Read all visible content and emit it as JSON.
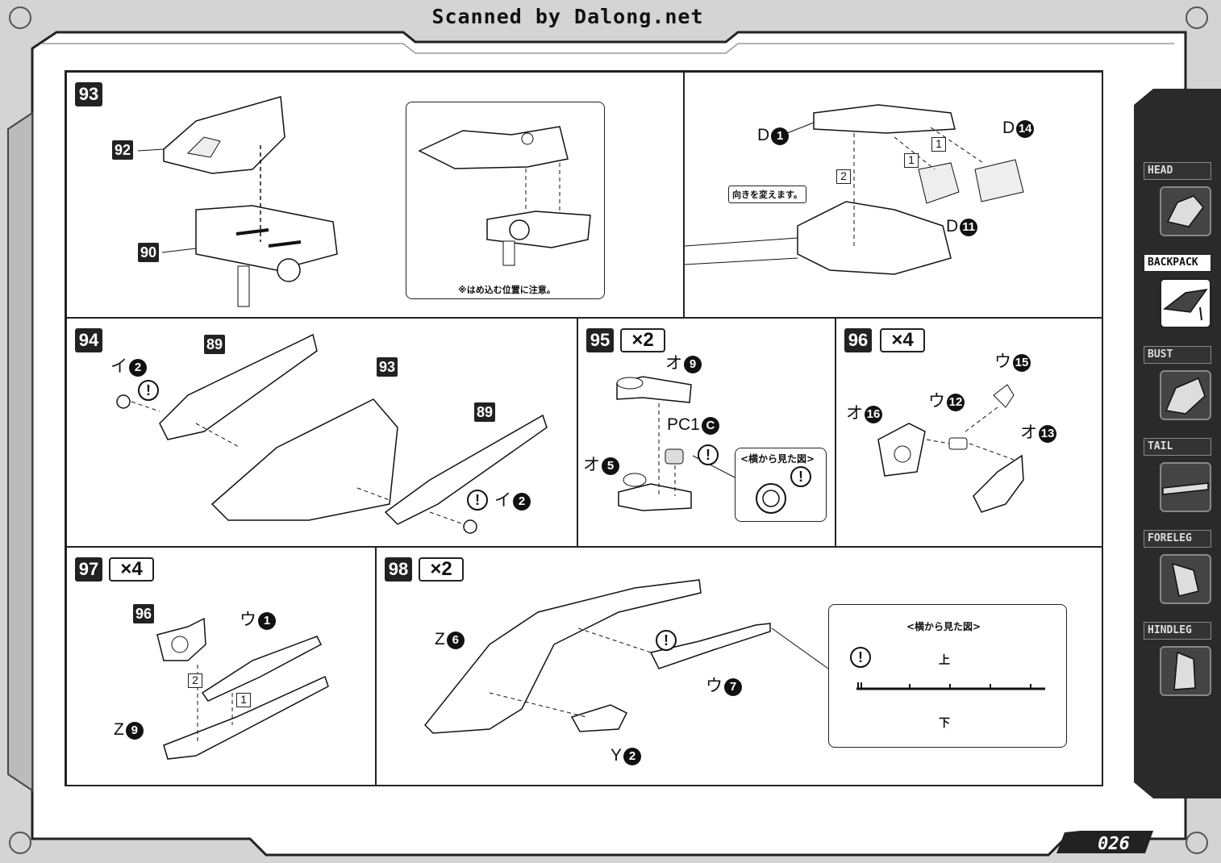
{
  "watermark": "Scanned by Dalong.net",
  "page_number": "026",
  "sidebar": {
    "items": [
      {
        "label": "HEAD",
        "icon": "head-icon",
        "active": false
      },
      {
        "label": "BACKPACK",
        "icon": "backpack-icon",
        "active": true
      },
      {
        "label": "BUST",
        "icon": "bust-icon",
        "active": false
      },
      {
        "label": "TAIL",
        "icon": "tail-icon",
        "active": false
      },
      {
        "label": "FORELEG",
        "icon": "foreleg-icon",
        "active": false
      },
      {
        "label": "HINDLEG",
        "icon": "hindleg-icon",
        "active": false
      }
    ]
  },
  "steps": {
    "s93": {
      "number": "93",
      "parts": [
        "92",
        "90"
      ],
      "inset_caption": "※はめ込む位置に注意。",
      "right_parts": {
        "d1": {
          "letter": "D",
          "num": "1"
        },
        "d14": {
          "letter": "D",
          "num": "14"
        },
        "d11": {
          "letter": "D",
          "num": "11"
        }
      },
      "orders": [
        "1",
        "1",
        "2"
      ],
      "note": "向きを変えます。"
    },
    "s94": {
      "number": "94",
      "parts": [
        "89",
        "93",
        "89"
      ],
      "i2_left": {
        "letter": "イ",
        "num": "2"
      },
      "i2_right": {
        "letter": "イ",
        "num": "2"
      },
      "caution": "!"
    },
    "s95": {
      "number": "95",
      "multiplier": "×2",
      "o9": {
        "letter": "オ",
        "num": "9"
      },
      "pc1c": {
        "letter": "PC1",
        "num": "C"
      },
      "o5": {
        "letter": "オ",
        "num": "5"
      },
      "inset_title": "<横から見た図>",
      "caution": "!"
    },
    "s96": {
      "number": "96",
      "multiplier": "×4",
      "u15": {
        "letter": "ウ",
        "num": "15"
      },
      "u12": {
        "letter": "ウ",
        "num": "12"
      },
      "o16": {
        "letter": "オ",
        "num": "16"
      },
      "o13": {
        "letter": "オ",
        "num": "13"
      }
    },
    "s97": {
      "number": "97",
      "multiplier": "×4",
      "part": "96",
      "u1": {
        "letter": "ウ",
        "num": "1"
      },
      "z9": {
        "letter": "Z",
        "num": "9"
      },
      "orders": [
        "2",
        "1"
      ]
    },
    "s98": {
      "number": "98",
      "multiplier": "×2",
      "z6": {
        "letter": "Z",
        "num": "6"
      },
      "u7": {
        "letter": "ウ",
        "num": "7"
      },
      "y2": {
        "letter": "Y",
        "num": "2"
      },
      "inset_title": "<横から見た図>",
      "top_label": "上",
      "bottom_label": "下",
      "caution": "!"
    }
  }
}
